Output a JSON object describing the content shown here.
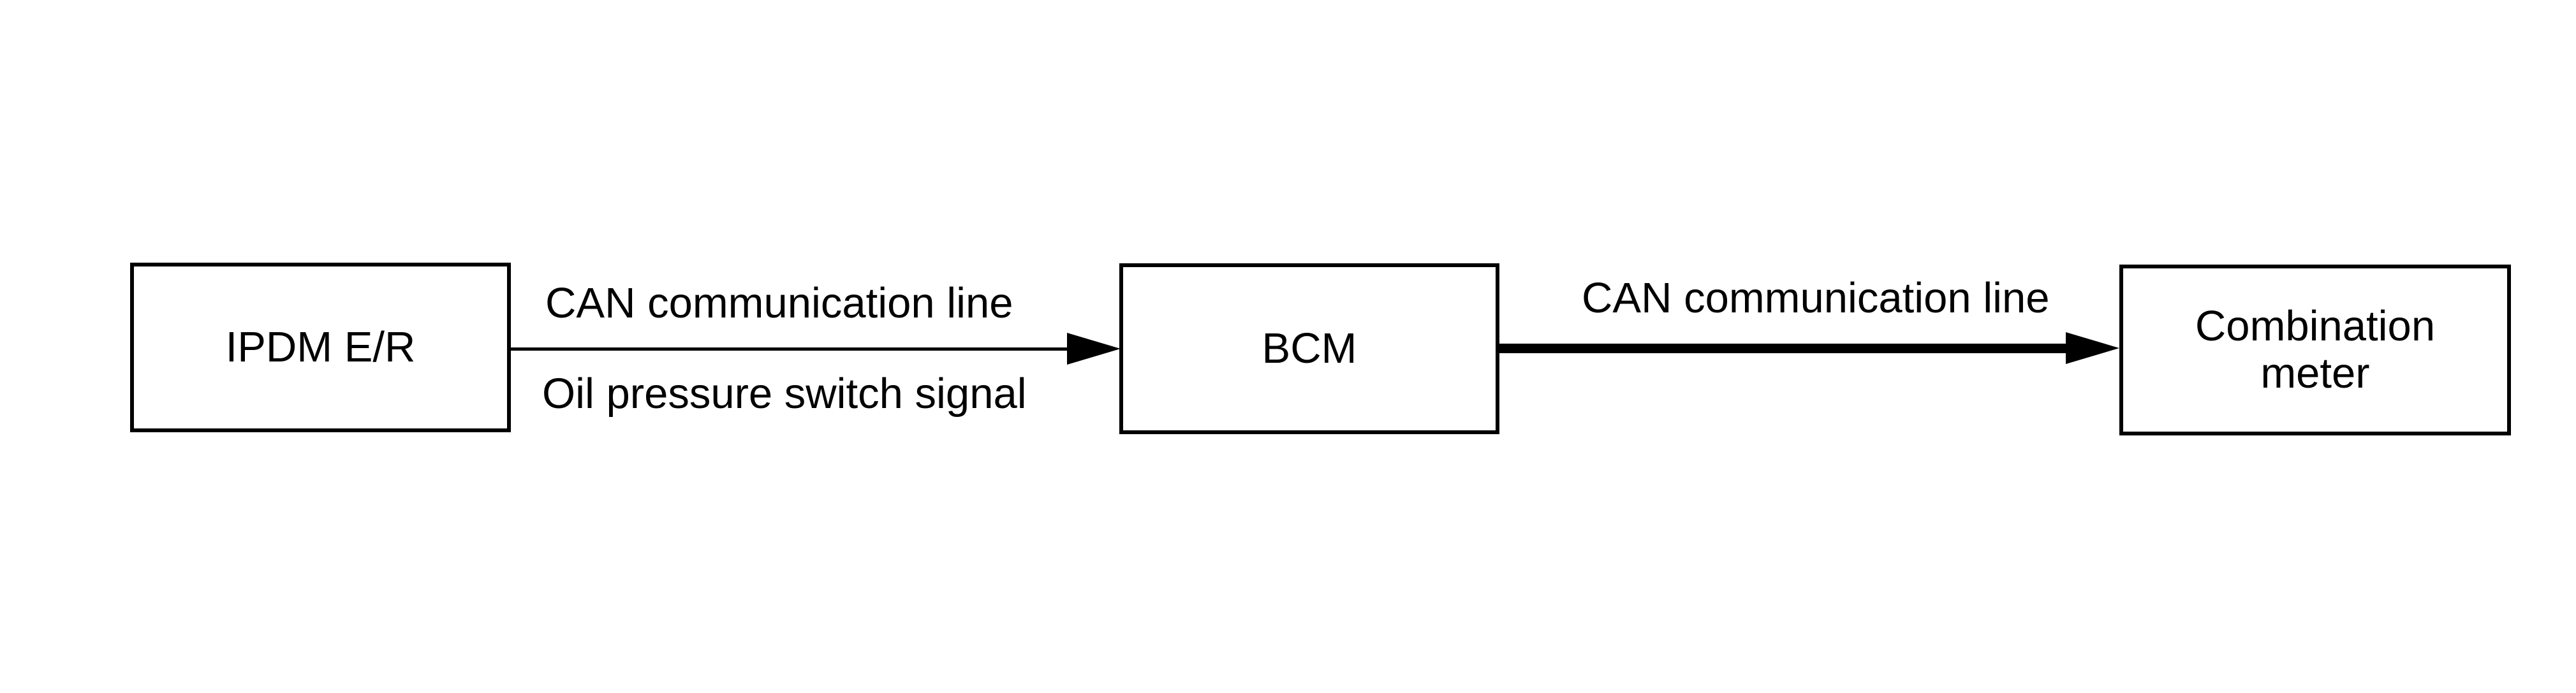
{
  "diagram": {
    "background_color": "#ffffff",
    "line_color": "#000000",
    "nodes": [
      {
        "id": "ipdm-er",
        "label": "IPDM E/R"
      },
      {
        "id": "bcm",
        "label": "BCM"
      },
      {
        "id": "combination-meter",
        "label": "Combination\nmeter"
      }
    ],
    "edges": [
      {
        "from": "ipdm-er",
        "to": "bcm",
        "style": "thin",
        "direction": "right",
        "label_above": "CAN communication line",
        "label_below": "Oil pressure switch signal"
      },
      {
        "from": "bcm",
        "to": "combination-meter",
        "style": "thick",
        "direction": "right",
        "label_above": "CAN communication line"
      }
    ]
  }
}
